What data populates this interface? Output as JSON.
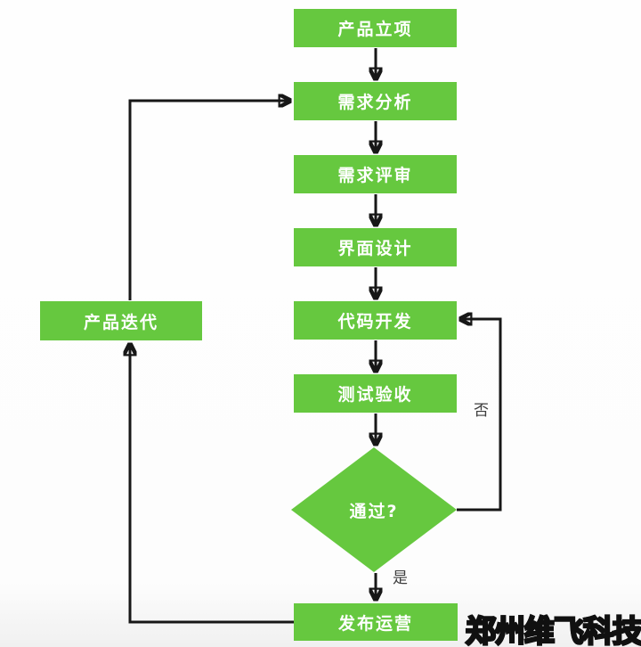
{
  "diagram": {
    "title": "product-development-flowchart",
    "nodes": {
      "product_initiation": {
        "label": "产品立项",
        "type": "process"
      },
      "requirements_analysis": {
        "label": "需求分析",
        "type": "process"
      },
      "requirements_review": {
        "label": "需求评审",
        "type": "process"
      },
      "ui_design": {
        "label": "界面设计",
        "type": "process"
      },
      "code_development": {
        "label": "代码开发",
        "type": "process"
      },
      "test_acceptance": {
        "label": "测试验收",
        "type": "process"
      },
      "pass_decision": {
        "label": "通过?",
        "type": "decision"
      },
      "release_operations": {
        "label": "发布运营",
        "type": "process"
      },
      "product_iteration": {
        "label": "产品迭代",
        "type": "process"
      }
    },
    "edges": {
      "no_label": "否",
      "yes_label": "是"
    },
    "flow_order": [
      "产品立项",
      "需求分析",
      "需求评审",
      "界面设计",
      "代码开发",
      "测试验收",
      "通过?",
      "发布运营",
      "产品迭代"
    ]
  },
  "watermark": {
    "text": "郑州维飞科技"
  },
  "colors": {
    "node_fill": "#66c83f",
    "node_text": "#ffffff",
    "connector": "#171717",
    "edge_label_text": "#3d3d3d",
    "background": "#fdfdfd"
  }
}
